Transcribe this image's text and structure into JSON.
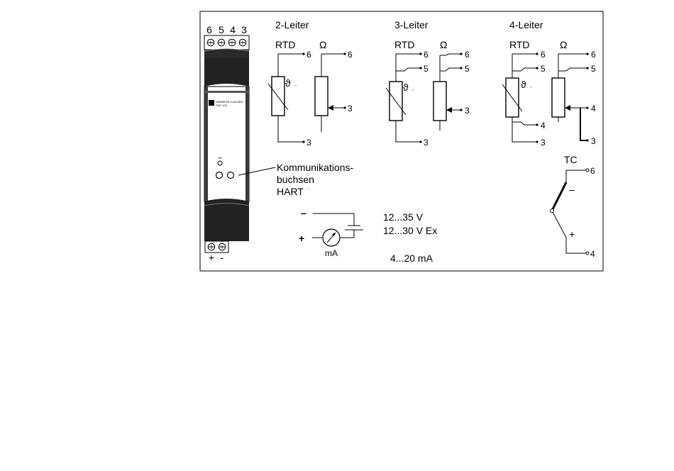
{
  "terminals_top": [
    "6",
    "5",
    "4",
    "3"
  ],
  "terminals_bottom": [
    "+",
    "-"
  ],
  "device": {
    "brand": "ENDRESS+HAUSER",
    "model": "TMT 122",
    "led_label": "ON"
  },
  "sockets_label": [
    "Kommunikations-",
    "buchsen",
    "HART"
  ],
  "sockets_mark": "*",
  "wiring": {
    "two_wire": {
      "title": "2-Leiter",
      "rtd": "RTD",
      "ohm": "Ω",
      "rtd_terms": [
        "6",
        "3"
      ],
      "ohm_terms": [
        "6",
        "3"
      ]
    },
    "three_wire": {
      "title": "3-Leiter",
      "rtd": "RTD",
      "ohm": "Ω",
      "rtd_terms": [
        "6",
        "5",
        "3"
      ],
      "ohm_terms": [
        "6",
        "5",
        "3"
      ]
    },
    "four_wire": {
      "title": "4-Leiter",
      "rtd": "RTD",
      "ohm": "Ω",
      "rtd_terms": [
        "6",
        "5",
        "4",
        "3"
      ],
      "ohm_terms": [
        "6",
        "5",
        "4",
        "3"
      ]
    },
    "temp_symbol": "ϑ",
    "tc": {
      "title": "TC",
      "terms": [
        "6",
        "4"
      ],
      "minus": "–",
      "plus": "+"
    }
  },
  "supply": {
    "minus": "–",
    "plus": "+",
    "meter": "mA",
    "voltage_lines": [
      "12...35 V",
      "12...30 V Ex"
    ],
    "current": "4...20 mA"
  }
}
